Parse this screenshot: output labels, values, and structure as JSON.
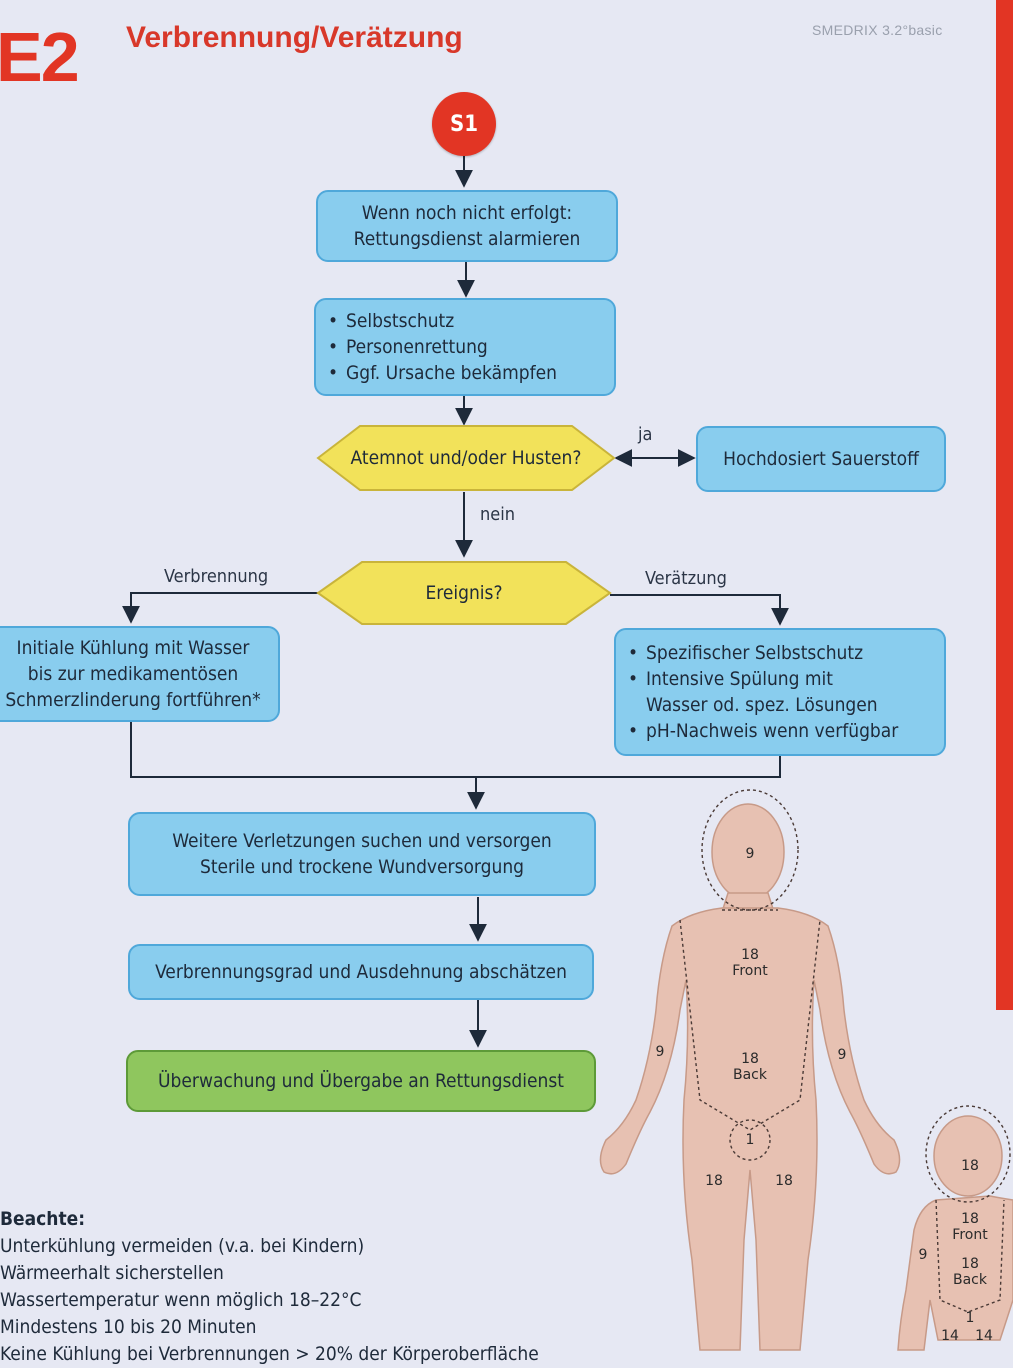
{
  "header": {
    "code": "E2",
    "title": "Verbrennung/Verätzung",
    "brand": "SMEDRIX 3.2°basic"
  },
  "colors": {
    "accent_red": "#e23524",
    "box_blue": "#89cdee",
    "decision_yellow": "#f2e25a",
    "final_green": "#8fc65e",
    "skin": "#e7c1b2"
  },
  "flow": {
    "start": "S1",
    "alarm": {
      "line1": "Wenn noch nicht erfolgt:",
      "line2": "Rettungsdienst alarmieren"
    },
    "safety": {
      "items": [
        "Selbstschutz",
        "Personenrettung",
        "Ggf. Ursache bekämpfen"
      ]
    },
    "decision_breathing": {
      "question": "Atemnot und/oder Husten?",
      "yes_label": "ja",
      "no_label": "nein",
      "yes_action": "Hochdosiert Sauerstoff"
    },
    "decision_event": {
      "question": "Ereignis?",
      "left_label": "Verbrennung",
      "right_label": "Verätzung"
    },
    "burn_action": {
      "line1": "Initiale Kühlung mit Wasser",
      "line2": "bis zur medikamentösen",
      "line3": "Schmerzlinderung fortführen*"
    },
    "chemical_action": {
      "items": [
        "Spezifischer Selbstschutz",
        "Intensive Spülung mit",
        "pH-Nachweis wenn verfügbar"
      ],
      "item2_cont": "Wasser od. spez. Lösungen"
    },
    "further": {
      "line1": "Weitere Verletzungen suchen und versorgen",
      "line2": "Sterile und trockene Wundversorgung"
    },
    "assess": "Verbrennungsgrad und Ausdehnung abschätzen",
    "handover": "Überwachung und Übergabe an Rettungsdienst"
  },
  "body_chart": {
    "adult": {
      "head": "9",
      "trunk_front": "18",
      "trunk_front_label": "Front",
      "trunk_back": "18",
      "trunk_back_label": "Back",
      "arm_left": "9",
      "arm_right": "9",
      "genital": "1",
      "leg_left": "18",
      "leg_right": "18"
    },
    "child": {
      "head": "18",
      "trunk_front": "18",
      "trunk_front_label": "Front",
      "trunk_back": "18",
      "trunk_back_label": "Back",
      "arm_left": "9",
      "genital": "1",
      "leg_left": "14",
      "leg_right": "14"
    }
  },
  "notes": {
    "title": "Beachte:",
    "items": [
      "Unterkühlung vermeiden (v.a. bei Kindern)",
      "Wärmeerhalt sicherstellen",
      "Wassertemperatur wenn möglich 18–22°C",
      "Mindestens 10 bis 20 Minuten",
      "Keine Kühlung bei Verbrennungen > 20% der Körperoberfläche"
    ]
  }
}
